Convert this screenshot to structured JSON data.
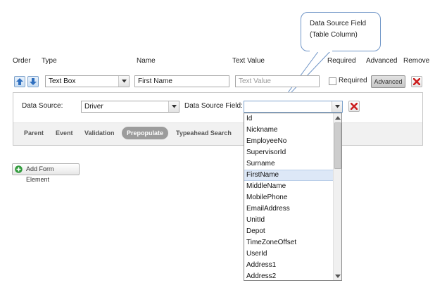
{
  "callout": {
    "line1": "Data Source Field",
    "line2": "(Table Column)"
  },
  "header": {
    "order": "Order",
    "type": "Type",
    "name": "Name",
    "text_value": "Text Value",
    "required": "Required",
    "advanced": "Advanced",
    "remove": "Remove"
  },
  "row": {
    "type_value": "Text Box",
    "name_value": "First Name",
    "text_value_placeholder": "Text Value",
    "required_label": "Required",
    "advanced_button": "Advanced"
  },
  "panel": {
    "data_source_label": "Data Source:",
    "data_source_value": "Driver",
    "data_source_field_label": "Data Source Field:",
    "data_source_field_value": ""
  },
  "tabs": [
    "Parent",
    "Event",
    "Validation",
    "Prepopulate",
    "Typeahead Search"
  ],
  "active_tab": "Prepopulate",
  "field_options": [
    "Id",
    "Nickname",
    "EmployeeNo",
    "SupervisorId",
    "Surname",
    "FirstName",
    "MiddleName",
    "MobilePhone",
    "EmailAddress",
    "UnitId",
    "Depot",
    "TimeZoneOffset",
    "UserId",
    "Address1",
    "Address2"
  ],
  "selected_option": "FirstName",
  "add_button": "Add Form Element",
  "colors": {
    "accent": "#6f95c7",
    "remove": "#cc1f1f",
    "add": "#2f9a3a",
    "selection": "#dde8f7"
  }
}
